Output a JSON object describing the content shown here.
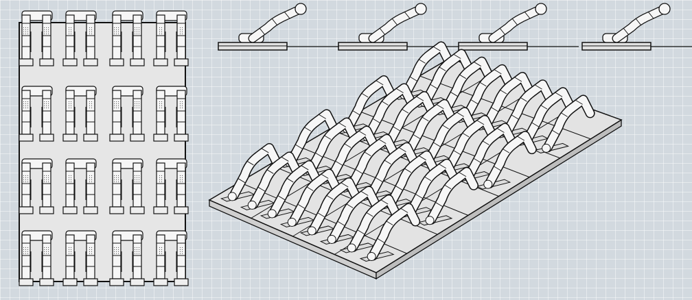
{
  "views": {
    "top": "plan-view",
    "side": "elevation-view",
    "perspective": "perspective-view"
  },
  "colors": {
    "background": "#d2d9df",
    "grid": "#ffffff",
    "board": "#e3e3e3",
    "tube": "#f6f6f6",
    "edge": "#111111"
  },
  "model": {
    "groups_plan": 8,
    "units_per_group": 2,
    "elevation_units": 4
  }
}
